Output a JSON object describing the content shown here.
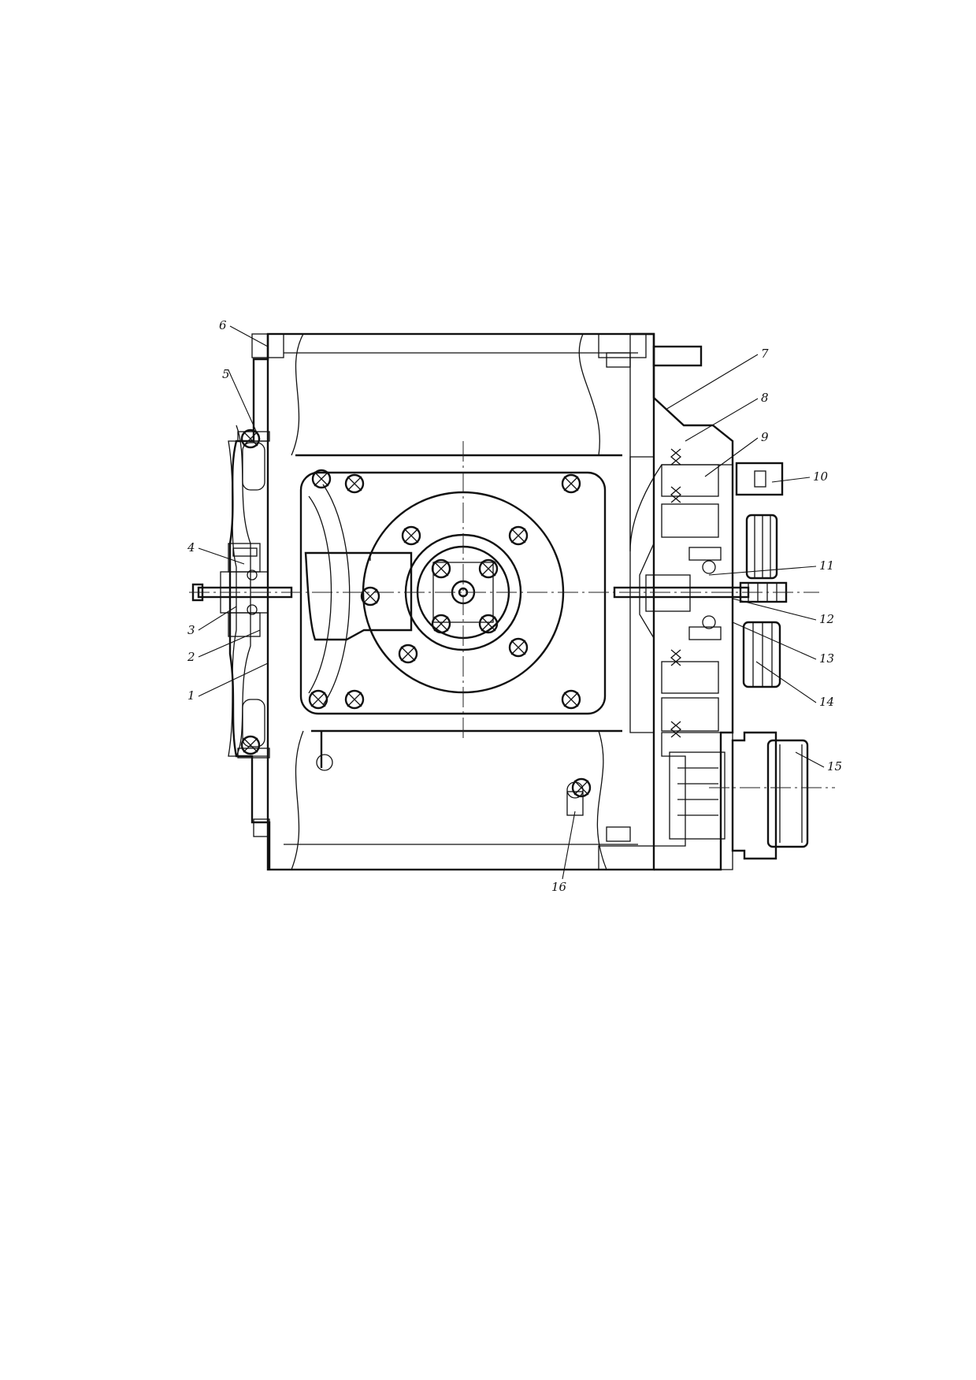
{
  "figure": {
    "callouts": [
      "1",
      "2",
      "3",
      "4",
      "5",
      "6",
      "7",
      "8",
      "9",
      "10",
      "11",
      "12",
      "13",
      "14",
      "15",
      "16"
    ]
  }
}
